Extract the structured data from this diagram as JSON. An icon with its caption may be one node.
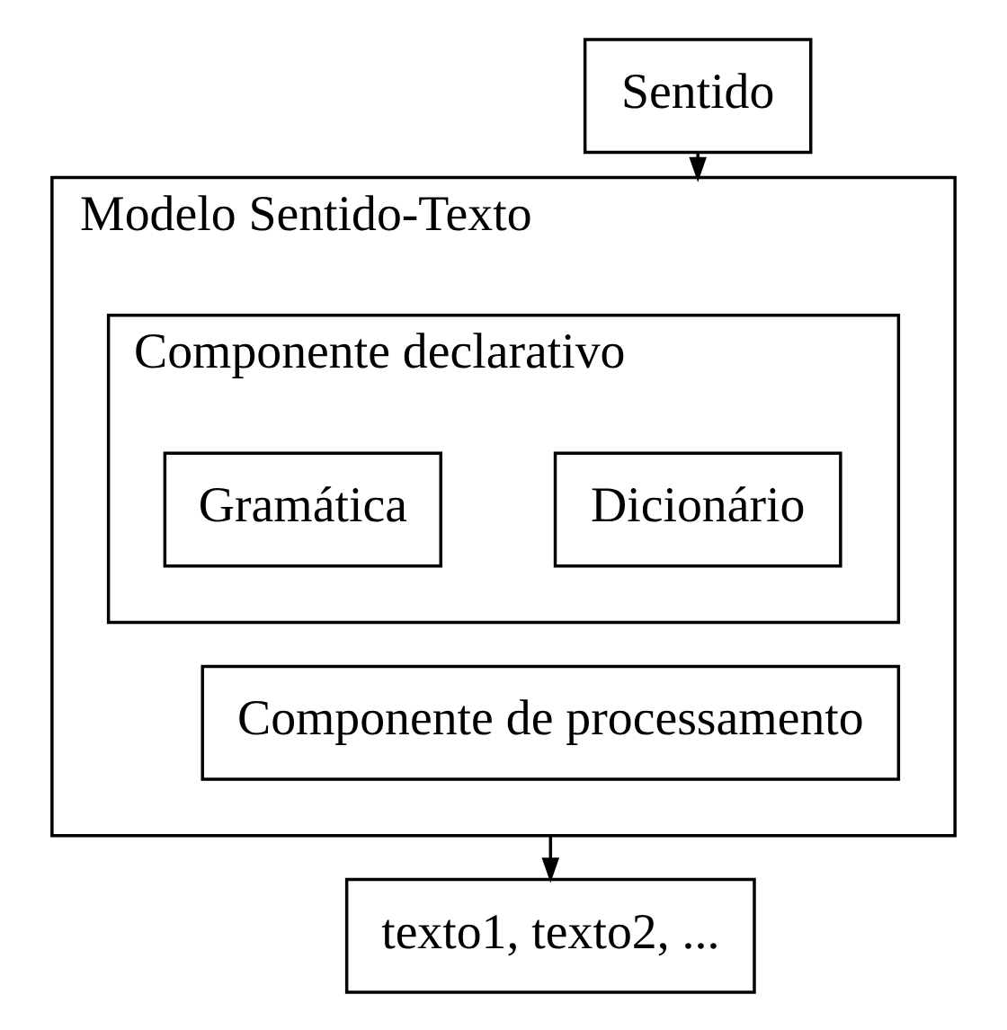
{
  "diagram": {
    "nodes": [
      {
        "text": [
          "Sentido"
        ]
      },
      {
        "text": [
          "Modelo Sentido-Texto"
        ]
      },
      {
        "text": [
          "Componente declarativo"
        ],
        "in": 1
      },
      {
        "text": [
          "Dicionário"
        ],
        "in": 2
      },
      {
        "text": [
          "Gramática"
        ],
        "in": 2
      },
      {
        "text": [
          "Componente de processamento"
        ],
        "in": 1
      },
      {
        "text": [
          "texto1, texto2, ..."
        ]
      }
    ],
    "edges": [
      {
        "from": 0,
        "to": 1,
        "arrow": "to"
      },
      {
        "from": 1,
        "to": 6,
        "arrow": "to"
      }
    ]
  }
}
